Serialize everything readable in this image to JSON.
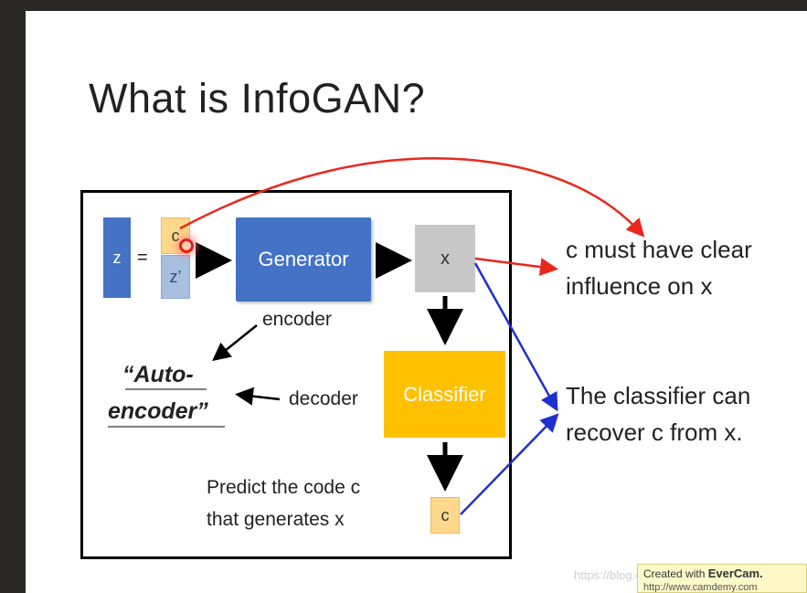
{
  "title": "What is InfoGAN?",
  "diagram": {
    "z_label": "z",
    "equals": "=",
    "c_input": "c",
    "z_prime": "z’",
    "generator": "Generator",
    "x_label": "x",
    "classifier": "Classifier",
    "c_output": "c",
    "encoder_label": "encoder",
    "decoder_label": "decoder",
    "autoencoder_line1": "“Auto-",
    "autoencoder_line2": "encoder”",
    "predict_line1": "Predict the code c",
    "predict_line2": "that generates x"
  },
  "notes": {
    "influence_line1": "c must have clear",
    "influence_line2": "influence on x",
    "recover_line1": "The classifier can",
    "recover_line2": "recover c from x."
  },
  "watermark": {
    "site": "https://blog.csdn.net/...",
    "badge_prefix": "Created with",
    "badge_brand": "EverCam.",
    "badge_url": "http://www.camdemy.com"
  },
  "colors": {
    "generator": "#4472c4",
    "classifier": "#ffc000",
    "code": "#ffd88c",
    "red_arrow": "#e8281e",
    "blue_arrow": "#1f2fd0"
  }
}
